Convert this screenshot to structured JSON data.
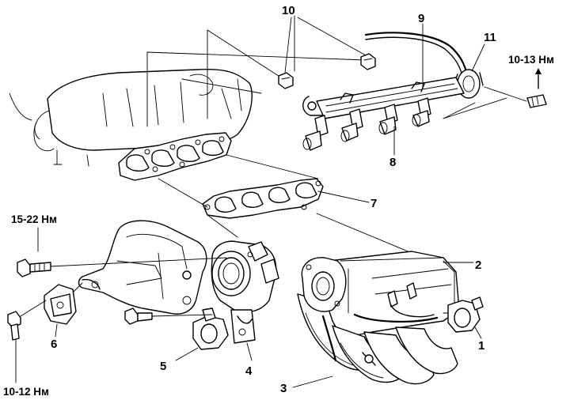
{
  "callouts": {
    "c1": "1",
    "c2": "2",
    "c3": "3",
    "c4": "4",
    "c5": "5",
    "c6": "6",
    "c7": "7",
    "c8": "8",
    "c9": "9",
    "c10": "10",
    "c11": "11"
  },
  "torques": {
    "t_10_13": "10-13 Нм",
    "t_15_22": "15-22 Нм",
    "t_10_12": "10-12 Нм"
  }
}
